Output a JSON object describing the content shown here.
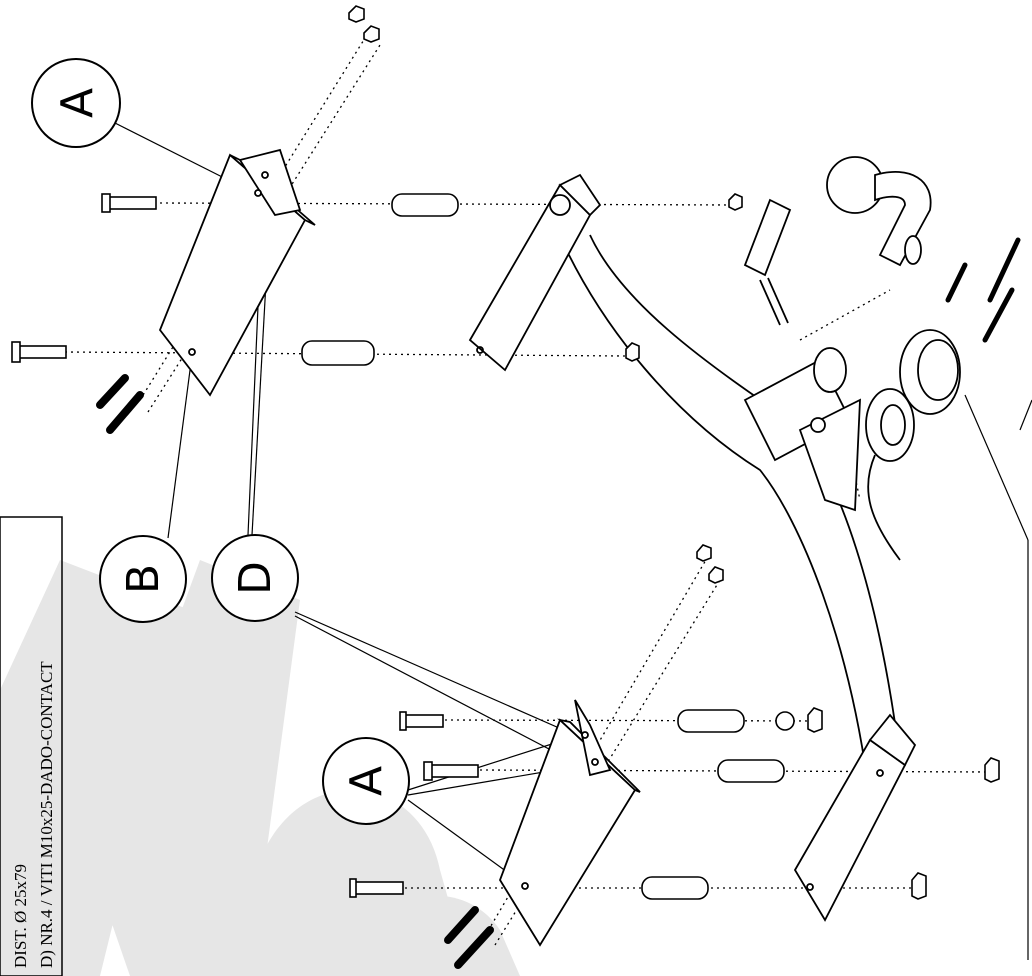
{
  "note_box": {
    "line1": "DIST. Ø 25x79",
    "line2": "D) NR.4 / VITI M10x25-DADO-CONTACT"
  },
  "callouts": {
    "a_top": "A",
    "b": "B",
    "d": "D",
    "a_bottom": "A"
  },
  "colors": {
    "ink": "#000000",
    "watermark": "#e4e4e4"
  }
}
